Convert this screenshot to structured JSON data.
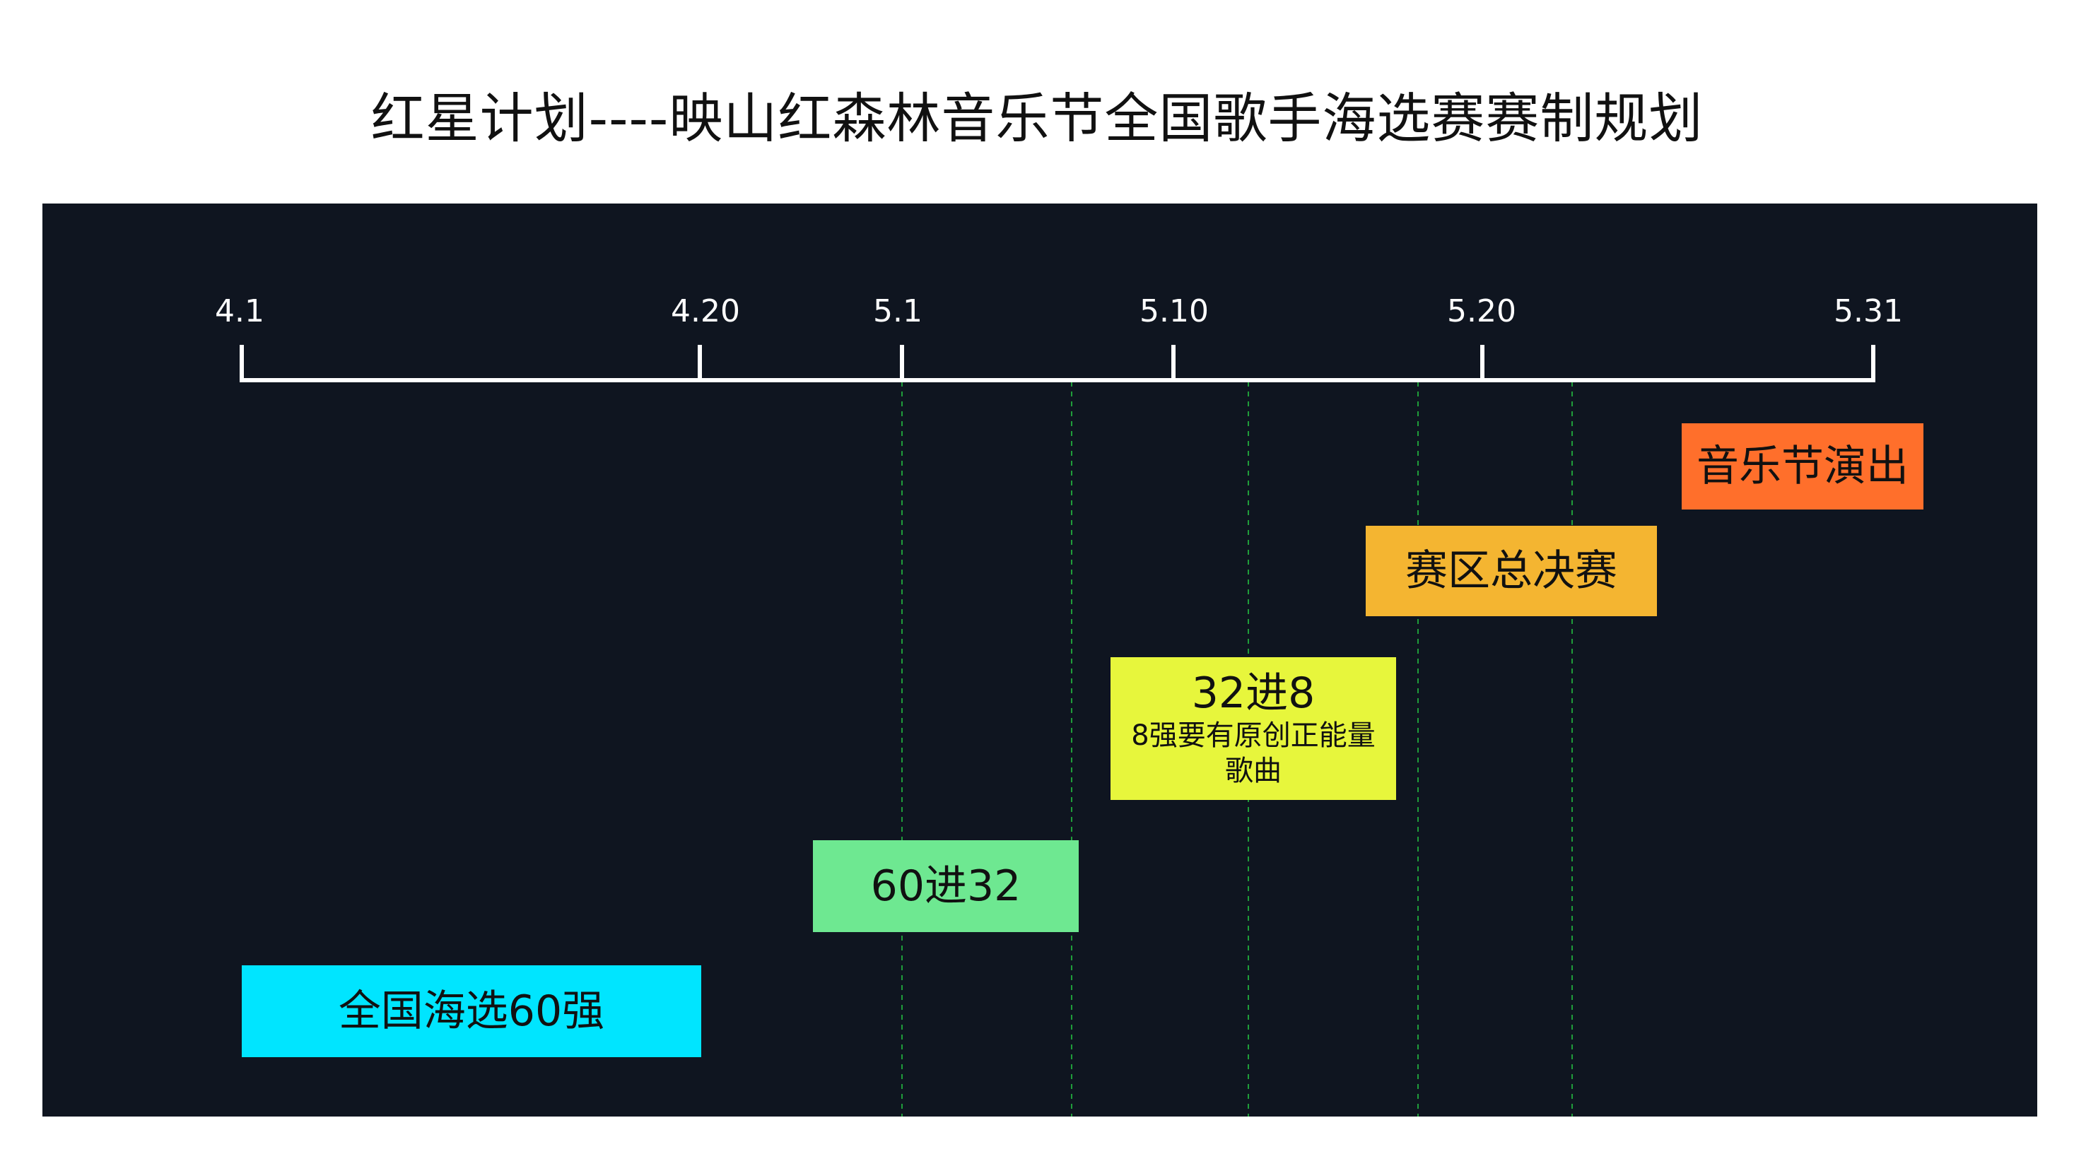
{
  "title": "红星计划----映山红森林音乐节全国歌手海选赛赛制规划",
  "timeline": {
    "ticks": [
      "4.1",
      "4.20",
      "5.1",
      "5.10",
      "5.20",
      "5.31"
    ],
    "axis_color": "#ffffff",
    "guide_color": "#1f9d3a"
  },
  "colors": {
    "background": "#0f1520"
  },
  "stages": [
    {
      "label": "音乐节演出",
      "color": "#ff6f2b"
    },
    {
      "label": "赛区总决赛",
      "color": "#f4b531"
    },
    {
      "label": "32进8",
      "sublabel": "8强要有原创正能量歌曲",
      "color": "#e7f63c"
    },
    {
      "label": "60进32",
      "color": "#6ee891"
    },
    {
      "label": "全国海选60强",
      "color": "#00e5ff"
    }
  ]
}
